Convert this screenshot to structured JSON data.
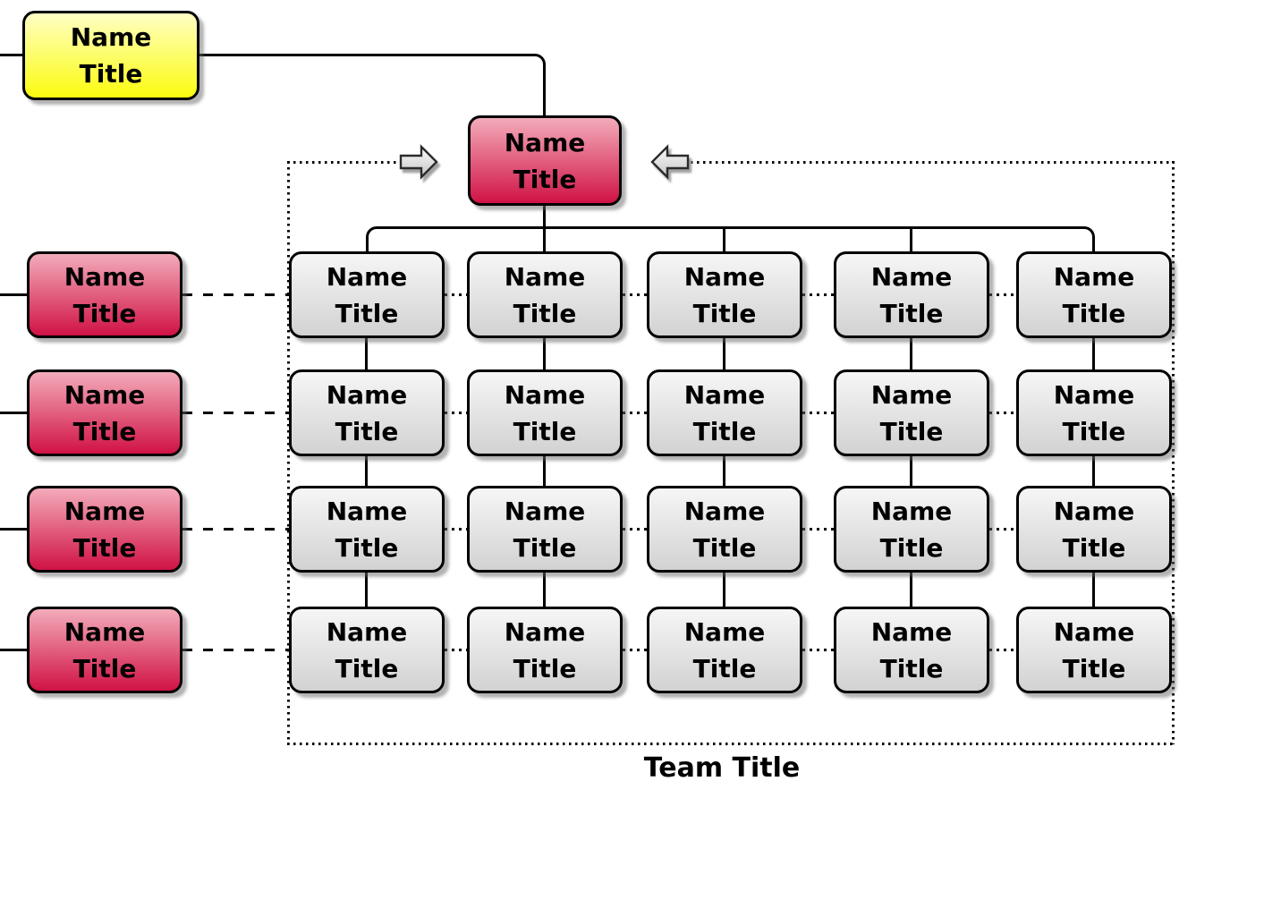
{
  "palette": {
    "yellow_top": "#ffffc4",
    "yellow_bottom": "#fbfb10",
    "red_top": "#f3abba",
    "red_bottom": "#d01245",
    "gray_top": "#f6f6f6",
    "gray_bottom": "#d2d2d2",
    "arrow_fill_top": "#fbfbfb",
    "arrow_fill_bottom": "#c6c6c6",
    "line_color": "#000000"
  },
  "parent_node": {
    "name": "Name",
    "title": "Title"
  },
  "lead_node": {
    "name": "Name",
    "title": "Title"
  },
  "manager_nodes": [
    {
      "name": "Name",
      "title": "Title"
    },
    {
      "name": "Name",
      "title": "Title"
    },
    {
      "name": "Name",
      "title": "Title"
    },
    {
      "name": "Name",
      "title": "Title"
    }
  ],
  "team": {
    "label": "Team Title",
    "members": [
      {
        "name": "Name",
        "title": "Title"
      },
      {
        "name": "Name",
        "title": "Title"
      },
      {
        "name": "Name",
        "title": "Title"
      },
      {
        "name": "Name",
        "title": "Title"
      },
      {
        "name": "Name",
        "title": "Title"
      },
      {
        "name": "Name",
        "title": "Title"
      },
      {
        "name": "Name",
        "title": "Title"
      },
      {
        "name": "Name",
        "title": "Title"
      },
      {
        "name": "Name",
        "title": "Title"
      },
      {
        "name": "Name",
        "title": "Title"
      },
      {
        "name": "Name",
        "title": "Title"
      },
      {
        "name": "Name",
        "title": "Title"
      },
      {
        "name": "Name",
        "title": "Title"
      },
      {
        "name": "Name",
        "title": "Title"
      },
      {
        "name": "Name",
        "title": "Title"
      },
      {
        "name": "Name",
        "title": "Title"
      },
      {
        "name": "Name",
        "title": "Title"
      },
      {
        "name": "Name",
        "title": "Title"
      },
      {
        "name": "Name",
        "title": "Title"
      },
      {
        "name": "Name",
        "title": "Title"
      }
    ]
  },
  "icons": {
    "left_indicator": "arrow-right-icon",
    "right_indicator": "arrow-left-icon"
  }
}
